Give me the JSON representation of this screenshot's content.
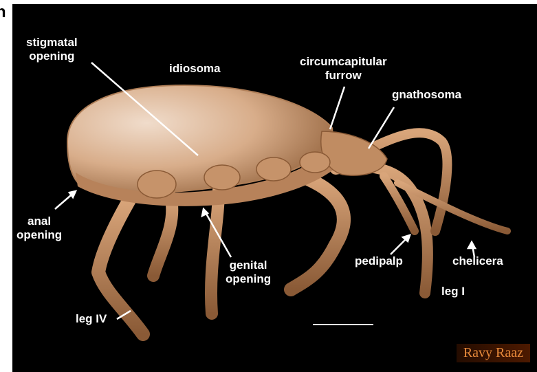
{
  "figure": {
    "panel_letter": "n",
    "labels": {
      "stigmatal_opening": [
        "stigmatal",
        "opening"
      ],
      "idiosoma": "idiosoma",
      "circumcapitular_furrow": [
        "circumcapitular",
        "furrow"
      ],
      "gnathosoma": "gnathosoma",
      "anal_opening": [
        "anal",
        "opening"
      ],
      "genital_opening": [
        "genital",
        "opening"
      ],
      "pedipalp": "pedipalp",
      "chelicera": "chelicera",
      "leg_i": "leg I",
      "leg_iv": "leg IV"
    },
    "watermark": "Ravy Raaz",
    "colors": {
      "background": "#000000",
      "body": "#c8946a",
      "body_highlight": "#ecd3bf",
      "body_shadow": "#8a5a36",
      "label_text": "#ffffff",
      "watermark_text": "#e6893a"
    }
  }
}
